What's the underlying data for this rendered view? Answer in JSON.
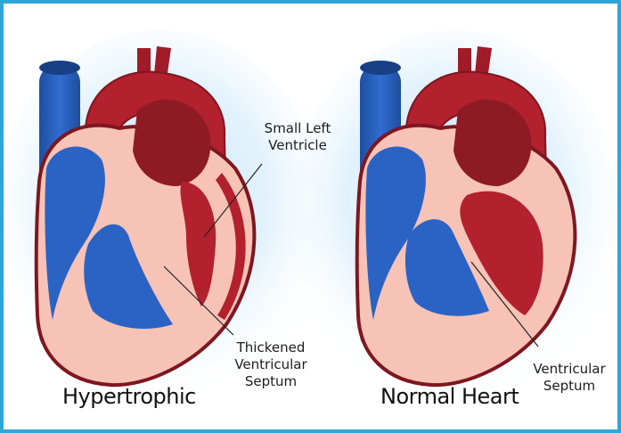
{
  "panels": [
    {
      "title": "Hypertrophic",
      "annotations": [
        {
          "text": "Small Left\nVentricle"
        },
        {
          "text": "Thickened\nVentricular\nSeptum"
        }
      ]
    },
    {
      "title": "Normal Heart",
      "annotations": [
        {
          "text": "Ventricular\nSeptum"
        }
      ]
    }
  ],
  "colors": {
    "frame": "#2ea6d8",
    "vein_blue": "#2a63c4",
    "vein_dark": "#1e4ea0",
    "artery_red": "#b3202e",
    "artery_dark": "#7f1620",
    "myocardium_pink": "#f6c3b6",
    "glow": "#bfe3f7"
  }
}
